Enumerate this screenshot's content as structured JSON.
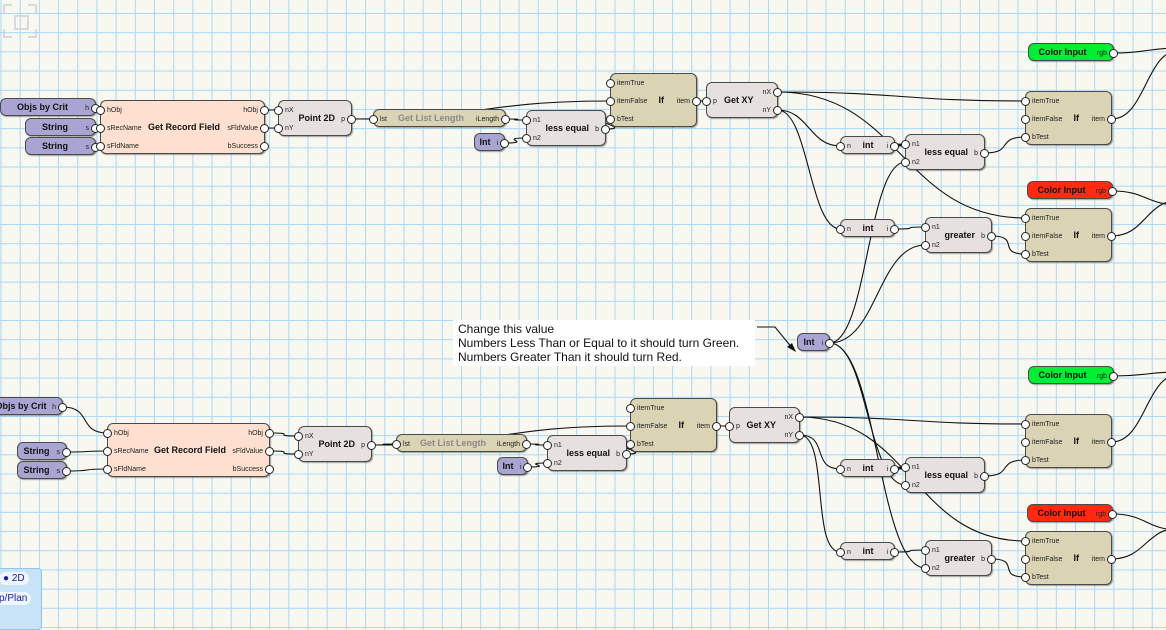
{
  "comment": {
    "lines": [
      "Change this value",
      "Numbers Less Than or Equal to it should turn Green.",
      "Numbers Greater Than it should turn Red."
    ]
  },
  "view_widget": {
    "mode": "2D",
    "view": "p/Plan"
  },
  "colors": {
    "green": "#00ee33",
    "red": "#ff2a10",
    "input_node": "#a8a5d2",
    "record_node": "#fde0cf",
    "grid": "#a9d8f7"
  },
  "nodes": [
    {
      "title": "Objs by Crit",
      "kind": "input",
      "ins": [],
      "outs": [
        "h"
      ]
    },
    {
      "title": "String",
      "kind": "input",
      "ins": [],
      "outs": [
        "s"
      ]
    },
    {
      "title": "String",
      "kind": "input",
      "ins": [],
      "outs": [
        "s"
      ]
    },
    {
      "title": "Get Record Field",
      "kind": "record",
      "ins": [
        "hObj",
        "sRecName",
        "sFldName"
      ],
      "outs": [
        "hObj",
        "sFldValue",
        "bSuccess"
      ]
    },
    {
      "title": "Point 2D",
      "kind": "op",
      "ins": [
        "nX",
        "nY"
      ],
      "outs": [
        "p"
      ]
    },
    {
      "title": "Get List Length",
      "kind": "list",
      "ins": [
        "lst"
      ],
      "outs": [
        "iLength"
      ]
    },
    {
      "title": "less equal",
      "kind": "op",
      "ins": [
        "n1",
        "n2"
      ],
      "outs": [
        "b"
      ]
    },
    {
      "title": "Int",
      "kind": "input",
      "ins": [],
      "outs": [
        "i"
      ]
    },
    {
      "title": "If",
      "kind": "logic",
      "ins": [
        "itemTrue",
        "itemFalse",
        "bTest"
      ],
      "outs": [
        "item"
      ]
    },
    {
      "title": "Get XY",
      "kind": "op",
      "ins": [
        "p"
      ],
      "outs": [
        "nX",
        "nY"
      ]
    },
    {
      "title": "int",
      "kind": "op",
      "ins": [
        "n"
      ],
      "outs": [
        "i"
      ]
    },
    {
      "title": "less equal",
      "kind": "op",
      "ins": [
        "n1",
        "n2"
      ],
      "outs": [
        "b"
      ]
    },
    {
      "title": "Color Input",
      "kind": "color-green",
      "ins": [],
      "outs": [
        "rgb"
      ]
    },
    {
      "title": "If",
      "kind": "logic",
      "ins": [
        "itemTrue",
        "itemFalse",
        "bTest"
      ],
      "outs": [
        "item"
      ]
    },
    {
      "title": "Color Input",
      "kind": "color-red",
      "ins": [],
      "outs": [
        "rgb"
      ]
    },
    {
      "title": "If",
      "kind": "logic",
      "ins": [
        "itemTrue",
        "itemFalse",
        "bTest"
      ],
      "outs": [
        "item"
      ]
    },
    {
      "title": "int",
      "kind": "op",
      "ins": [
        "n"
      ],
      "outs": [
        "i"
      ]
    },
    {
      "title": "greater",
      "kind": "op",
      "ins": [
        "n1",
        "n2"
      ],
      "outs": [
        "b"
      ]
    },
    {
      "title": "Int",
      "kind": "input",
      "ins": [],
      "outs": [
        "i"
      ]
    },
    {
      "title": "Objs by Crit",
      "kind": "input",
      "ins": [],
      "outs": [
        "h"
      ]
    },
    {
      "title": "String",
      "kind": "input",
      "ins": [],
      "outs": [
        "s"
      ]
    },
    {
      "title": "String",
      "kind": "input",
      "ins": [],
      "outs": [
        "s"
      ]
    },
    {
      "title": "Get Record Field",
      "kind": "record",
      "ins": [
        "hObj",
        "sRecName",
        "sFldName"
      ],
      "outs": [
        "hObj",
        "sFldValue",
        "bSuccess"
      ]
    },
    {
      "title": "Point 2D",
      "kind": "op",
      "ins": [
        "nX",
        "nY"
      ],
      "outs": [
        "p"
      ]
    },
    {
      "title": "Get List Length",
      "kind": "list",
      "ins": [
        "lst"
      ],
      "outs": [
        "iLength"
      ]
    },
    {
      "title": "less equal",
      "kind": "op",
      "ins": [
        "n1",
        "n2"
      ],
      "outs": [
        "b"
      ]
    },
    {
      "title": "Int",
      "kind": "input",
      "ins": [],
      "outs": [
        "i"
      ]
    },
    {
      "title": "If",
      "kind": "logic",
      "ins": [
        "itemTrue",
        "itemFalse",
        "bTest"
      ],
      "outs": [
        "item"
      ]
    },
    {
      "title": "Get XY",
      "kind": "op",
      "ins": [
        "p"
      ],
      "outs": [
        "nX",
        "nY"
      ]
    },
    {
      "title": "int",
      "kind": "op",
      "ins": [
        "n"
      ],
      "outs": [
        "i"
      ]
    },
    {
      "title": "less equal",
      "kind": "op",
      "ins": [
        "n1",
        "n2"
      ],
      "outs": [
        "b"
      ]
    },
    {
      "title": "Color Input",
      "kind": "color-green",
      "ins": [],
      "outs": [
        "rgb"
      ]
    },
    {
      "title": "If",
      "kind": "logic",
      "ins": [
        "itemTrue",
        "itemFalse",
        "bTest"
      ],
      "outs": [
        "item"
      ]
    },
    {
      "title": "Color Input",
      "kind": "color-red",
      "ins": [],
      "outs": [
        "rgb"
      ]
    },
    {
      "title": "If",
      "kind": "logic",
      "ins": [
        "itemTrue",
        "itemFalse",
        "bTest"
      ],
      "outs": [
        "item"
      ]
    },
    {
      "title": "int",
      "kind": "op",
      "ins": [
        "n"
      ],
      "outs": [
        "i"
      ]
    },
    {
      "title": "greater",
      "kind": "op",
      "ins": [
        "n1",
        "n2"
      ],
      "outs": [
        "b"
      ]
    }
  ]
}
